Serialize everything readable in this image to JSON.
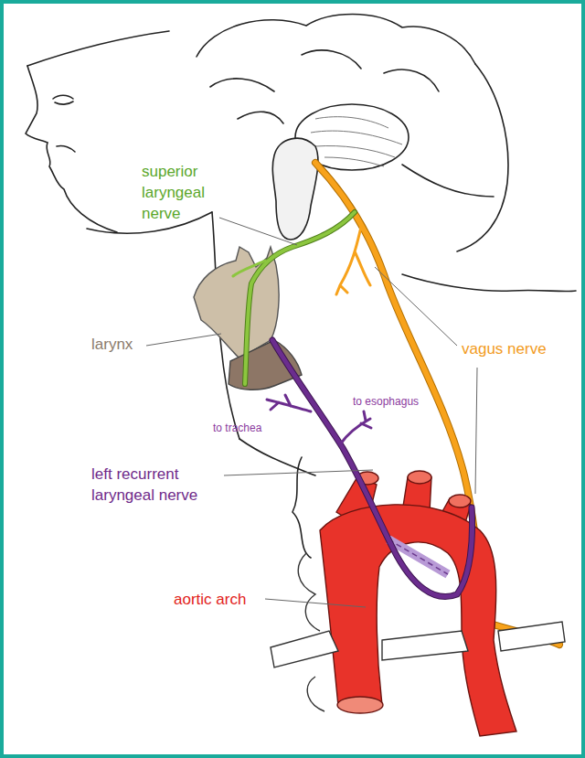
{
  "diagram": {
    "labels": [
      "superior laryngeal nerve",
      "larynx",
      "vagus nerve",
      "to esophagus",
      "to trachea",
      "left recurrent laryngeal nerve",
      "aortic arch"
    ]
  }
}
